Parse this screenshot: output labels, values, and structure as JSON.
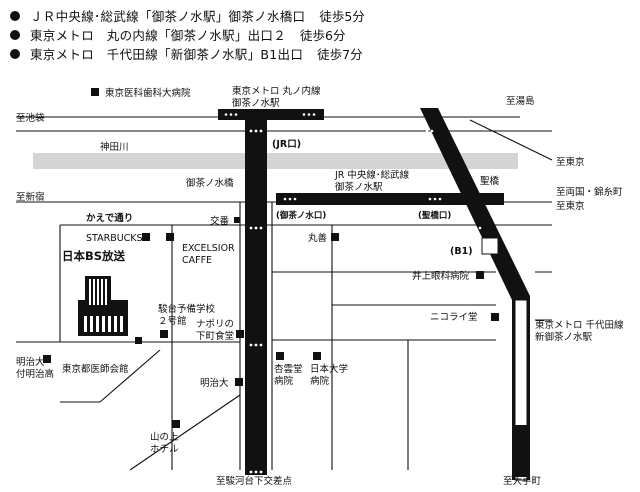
{
  "access": [
    {
      "line": "ＪＲ中央線･総武線「御茶ノ水駅」御茶ノ水橋口",
      "walk": "徒歩5分"
    },
    {
      "line": "東京メトロ　丸の内線「御茶ノ水駅」出口２",
      "walk": "徒歩6分"
    },
    {
      "line": "東京メトロ　千代田線「新御茶ノ水駅」B1出口",
      "walk": "徒歩7分"
    }
  ],
  "map": {
    "labels": {
      "hospital_dental": "東京医科歯科大病院",
      "metro_marunouchi_1": "東京メトロ 丸ノ内線",
      "metro_marunouchi_2": "御茶ノ水駅",
      "to_yushima": "至湯島",
      "to_ikebukuro": "至池袋",
      "kandagawa": "神田川",
      "jr_exit": "(JR口)",
      "to_tokyo": "至東京",
      "ochanomizu_bridge": "御茶ノ水橋",
      "jr_station_1": "JR 中央線･総武線",
      "jr_station_2": "御茶ノ水駅",
      "hijiribashi": "聖橋",
      "to_shinjuku": "至新宿",
      "to_ryogoku": "至両国・錦糸町",
      "to_tokyo_2": "至東京",
      "kaede_dori": "かえで通り",
      "koban": "交番",
      "ochanomizu_exit": "(御茶ノ水口)",
      "hijiribashi_exit": "(聖橋口)",
      "starbucks": "STARBUCKS",
      "excelsior_1": "EXCELSIOR",
      "excelsior_2": "CAFFE",
      "maruzen": "丸善",
      "b1": "(B1)",
      "bs_tv": "日本BS放送",
      "inoue_eye": "井上眼科病院",
      "sundai_yobi_1": "駿台予備学校",
      "sundai_yobi_2": "２号館",
      "napori_1": "ナポリの",
      "napori_2": "下町食堂",
      "nikolai": "ニコライ堂",
      "metro_chiyoda_1": "東京メトロ 千代田線",
      "metro_chiyoda_2": "新御茶ノ水駅",
      "meiji_hs_1": "明治大",
      "meiji_hs_2": "付明治高",
      "medical_assoc": "東京都医師会館",
      "kyounkai_1": "杏雲堂",
      "kyounkai_2": "病院",
      "nihon_univ_1": "日本大学",
      "nihon_univ_2": "病院",
      "meiji_univ": "明治大",
      "yamanoue_1": "山の上",
      "yamanoue_2": "ホテル",
      "to_sundai_kouten": "至駿河台下交差点",
      "to_otemachi": "至大手町"
    }
  }
}
